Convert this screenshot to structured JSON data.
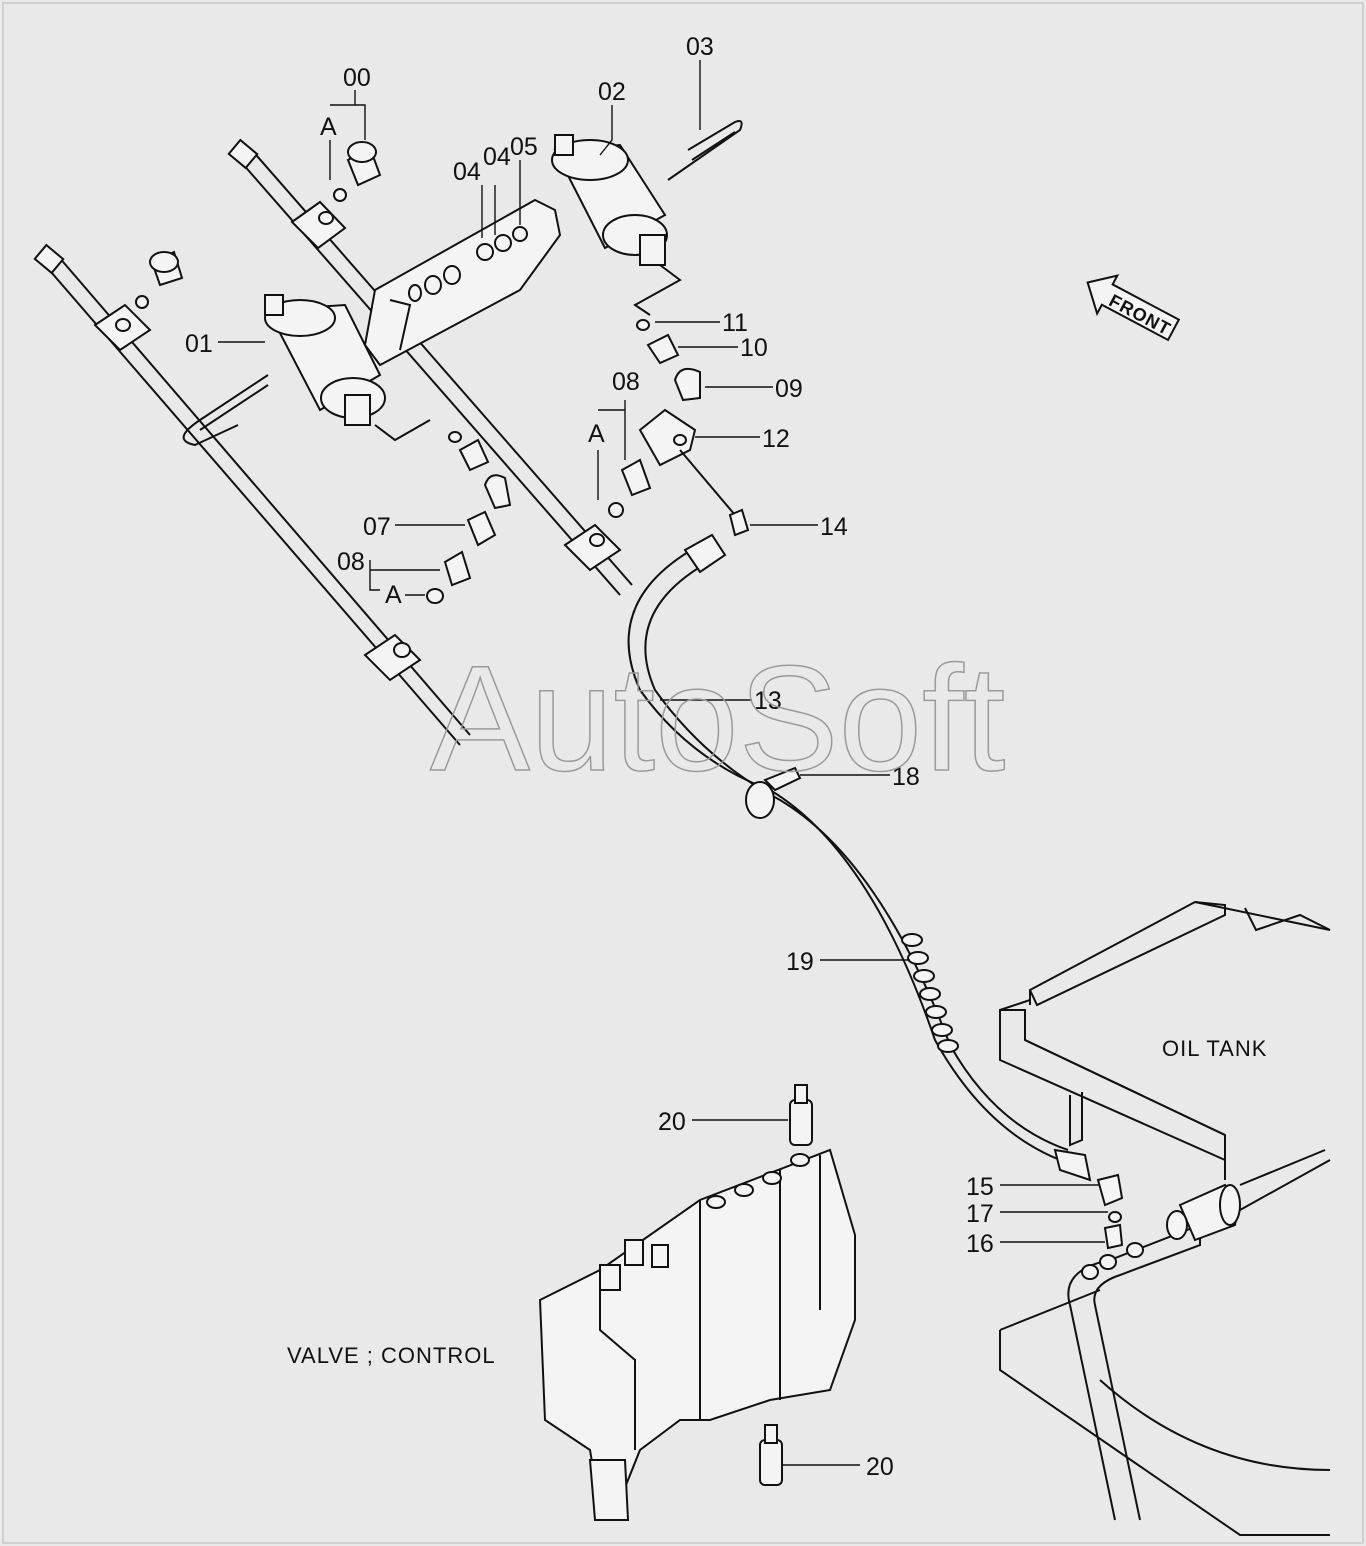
{
  "callouts": {
    "c00": "00",
    "c01": "01",
    "c02": "02",
    "c03": "03",
    "c04a": "04",
    "c04b": "04",
    "c05": "05",
    "c07": "07",
    "c08a": "08",
    "c08b": "08",
    "c09": "09",
    "c10": "10",
    "c11": "11",
    "c12": "12",
    "c13": "13",
    "c14": "14",
    "c15": "15",
    "c16": "16",
    "c17": "17",
    "c18": "18",
    "c19": "19",
    "c20a": "20",
    "c20b": "20",
    "ca1": "A",
    "ca2": "A",
    "ca3": "A"
  },
  "captions": {
    "oil_tank": "OIL  TANK",
    "valve_control": "VALVE ; CONTROL",
    "front_arrow": "FRONT"
  },
  "watermark": "AutoSoft"
}
